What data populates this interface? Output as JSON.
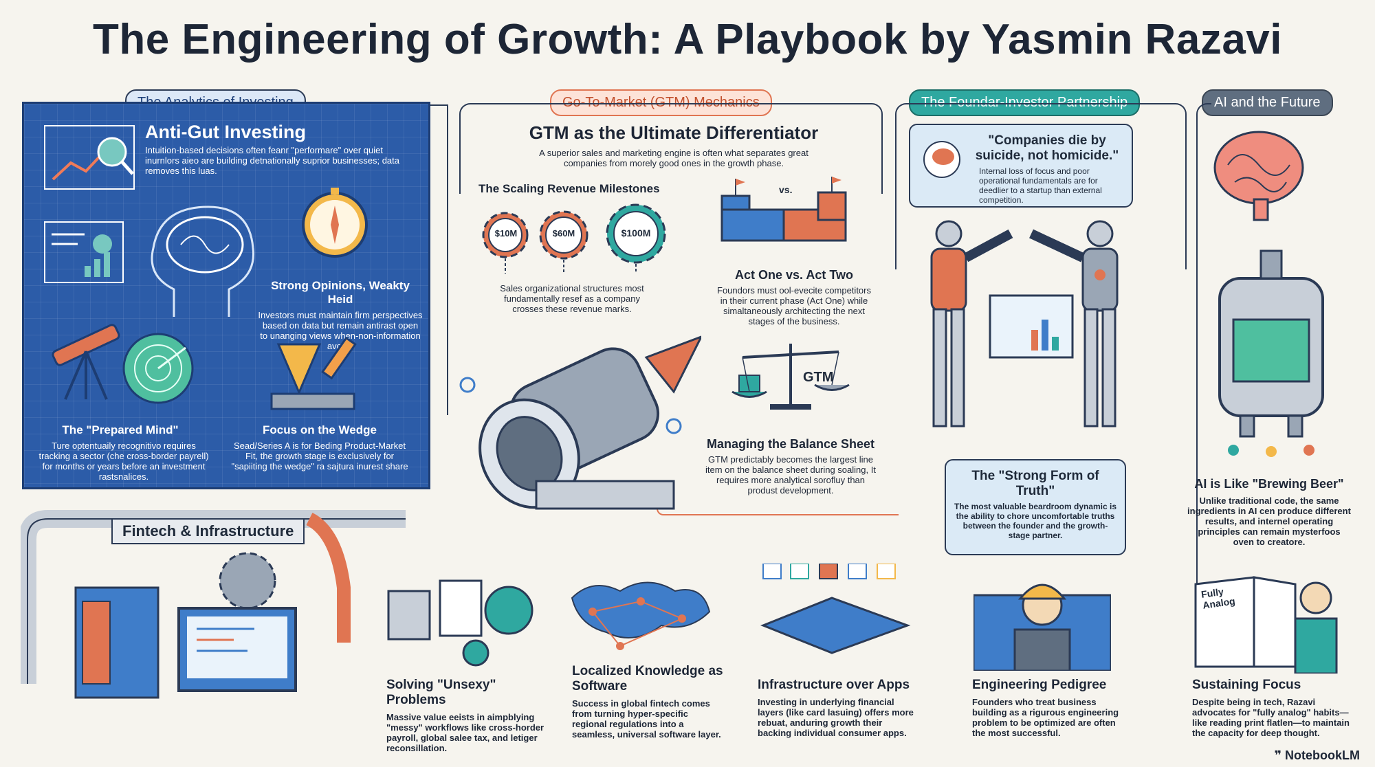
{
  "title": "The Engineering of Growth: A Playbook by Yasmin Razavi",
  "sections": {
    "analytics": "The Analytics of Investing",
    "gtm": "Go-To-Market (GTM) Mechanics",
    "partnership": "The Foundar-Investor Partnership",
    "ai": "AI and the Future"
  },
  "analytics": {
    "anti_gut": {
      "h": "Anti-Gut Investing",
      "b": "Intuition-based decisions often feanr \"performare\" over quiet inurnlors aieo are building detnationally suprior businesses; data removes this luas."
    },
    "strong": {
      "h": "Strong Opinions, Weakty Heid",
      "b": "Investors must maintain firm perspectives based on data but remain antirast open to unanging views when-non-information avods."
    },
    "prepared": {
      "h": "The \"Prepared Mind\"",
      "b": "Ture optentuaily recognitivo requires tracking a sector (che cross-border payrell) for months or years before an investment rastsnalices."
    },
    "wedge": {
      "h": "Focus on the Wedge",
      "b": "Sead/Series A is for Beding Product-Market Fit, the growth stage is exclusively for \"sapiiting the wedge\" ra sajtura inurest share"
    }
  },
  "gtm": {
    "diff": {
      "h": "GTM as the Ultimate Differentiator",
      "b": "A superior sales and marketing engine is often what separates great companies from morely good ones in the growth phase."
    },
    "milestones": {
      "h": "The Scaling Revenue Milestones",
      "gears": [
        "$10M",
        "$60M",
        "$100M"
      ],
      "b": "Sales organizational structures most fundamentally resef as a company crosses these revenue marks."
    },
    "acts": {
      "vs": "vs.",
      "h": "Act One vs. Act Two",
      "b": "Foundors must ool-evecite competitors in their current phase (Act One) while simaltaneously architecting the next stages of the business."
    },
    "balance": {
      "label": "GTM",
      "h": "Managing the Balance Sheet",
      "b": "GTM predictably becomes the largest line item on the balance sheet during soaling, It requires more analytical sorofluy than produst development."
    }
  },
  "partnership": {
    "quote": {
      "h": "\"Companies die by suicide, not homicide.\"",
      "b": "Internal loss of focus and poor operational fundamentals are for deedlier to a startup than external competition."
    },
    "truth": {
      "h": "The \"Strong Form of Truth\"",
      "b": "The most valuable beardroom dynamic is the ability to chore uncomfortable truths between the founder and the growth-stage partner."
    }
  },
  "ai": {
    "beer": {
      "h": "AI is Like \"Brewing Beer\"",
      "b": "Unlike traditional code, the same ingredients in AI cen produce different results, and internel operating principles can remain mysterfoos oven to creatore."
    }
  },
  "fintech": {
    "label": "Fintech & Infrastructure"
  },
  "bottom": [
    {
      "h": "Solving \"Unsexy\" Problems",
      "b": "Massive value eeists in aimpblying \"messy\" workflows like cross-horder payroll, global salee tax, and letiger reconsillation."
    },
    {
      "h": "Localized Knowledge as Software",
      "b": "Success in global fintech comes from turning hyper-specific regional regulations into a seamless, universal software layer."
    },
    {
      "h": "Infrastructure over Apps",
      "b": "Investing in underlying financial layers (like card lasuing) offers more rebuat, anduring growth their backing individual consumer apps."
    },
    {
      "h": "Engineering Pedigree",
      "b": "Founders who treat business building as a rigurous engineering problem to be optimized are often the most successful."
    },
    {
      "h": "Sustaining Focus",
      "b": "Despite being in tech, Razavi advocates for \"fully analog\" habits—like reading print flatlen—to maintain the capacity for deep thought."
    }
  ],
  "book_text": "Fully Analog",
  "brand": "NotebookLM",
  "colors": {
    "blueprint": "#2c5ca8",
    "orange": "#e07552",
    "teal": "#2fa8a0",
    "navy": "#1d2636"
  }
}
